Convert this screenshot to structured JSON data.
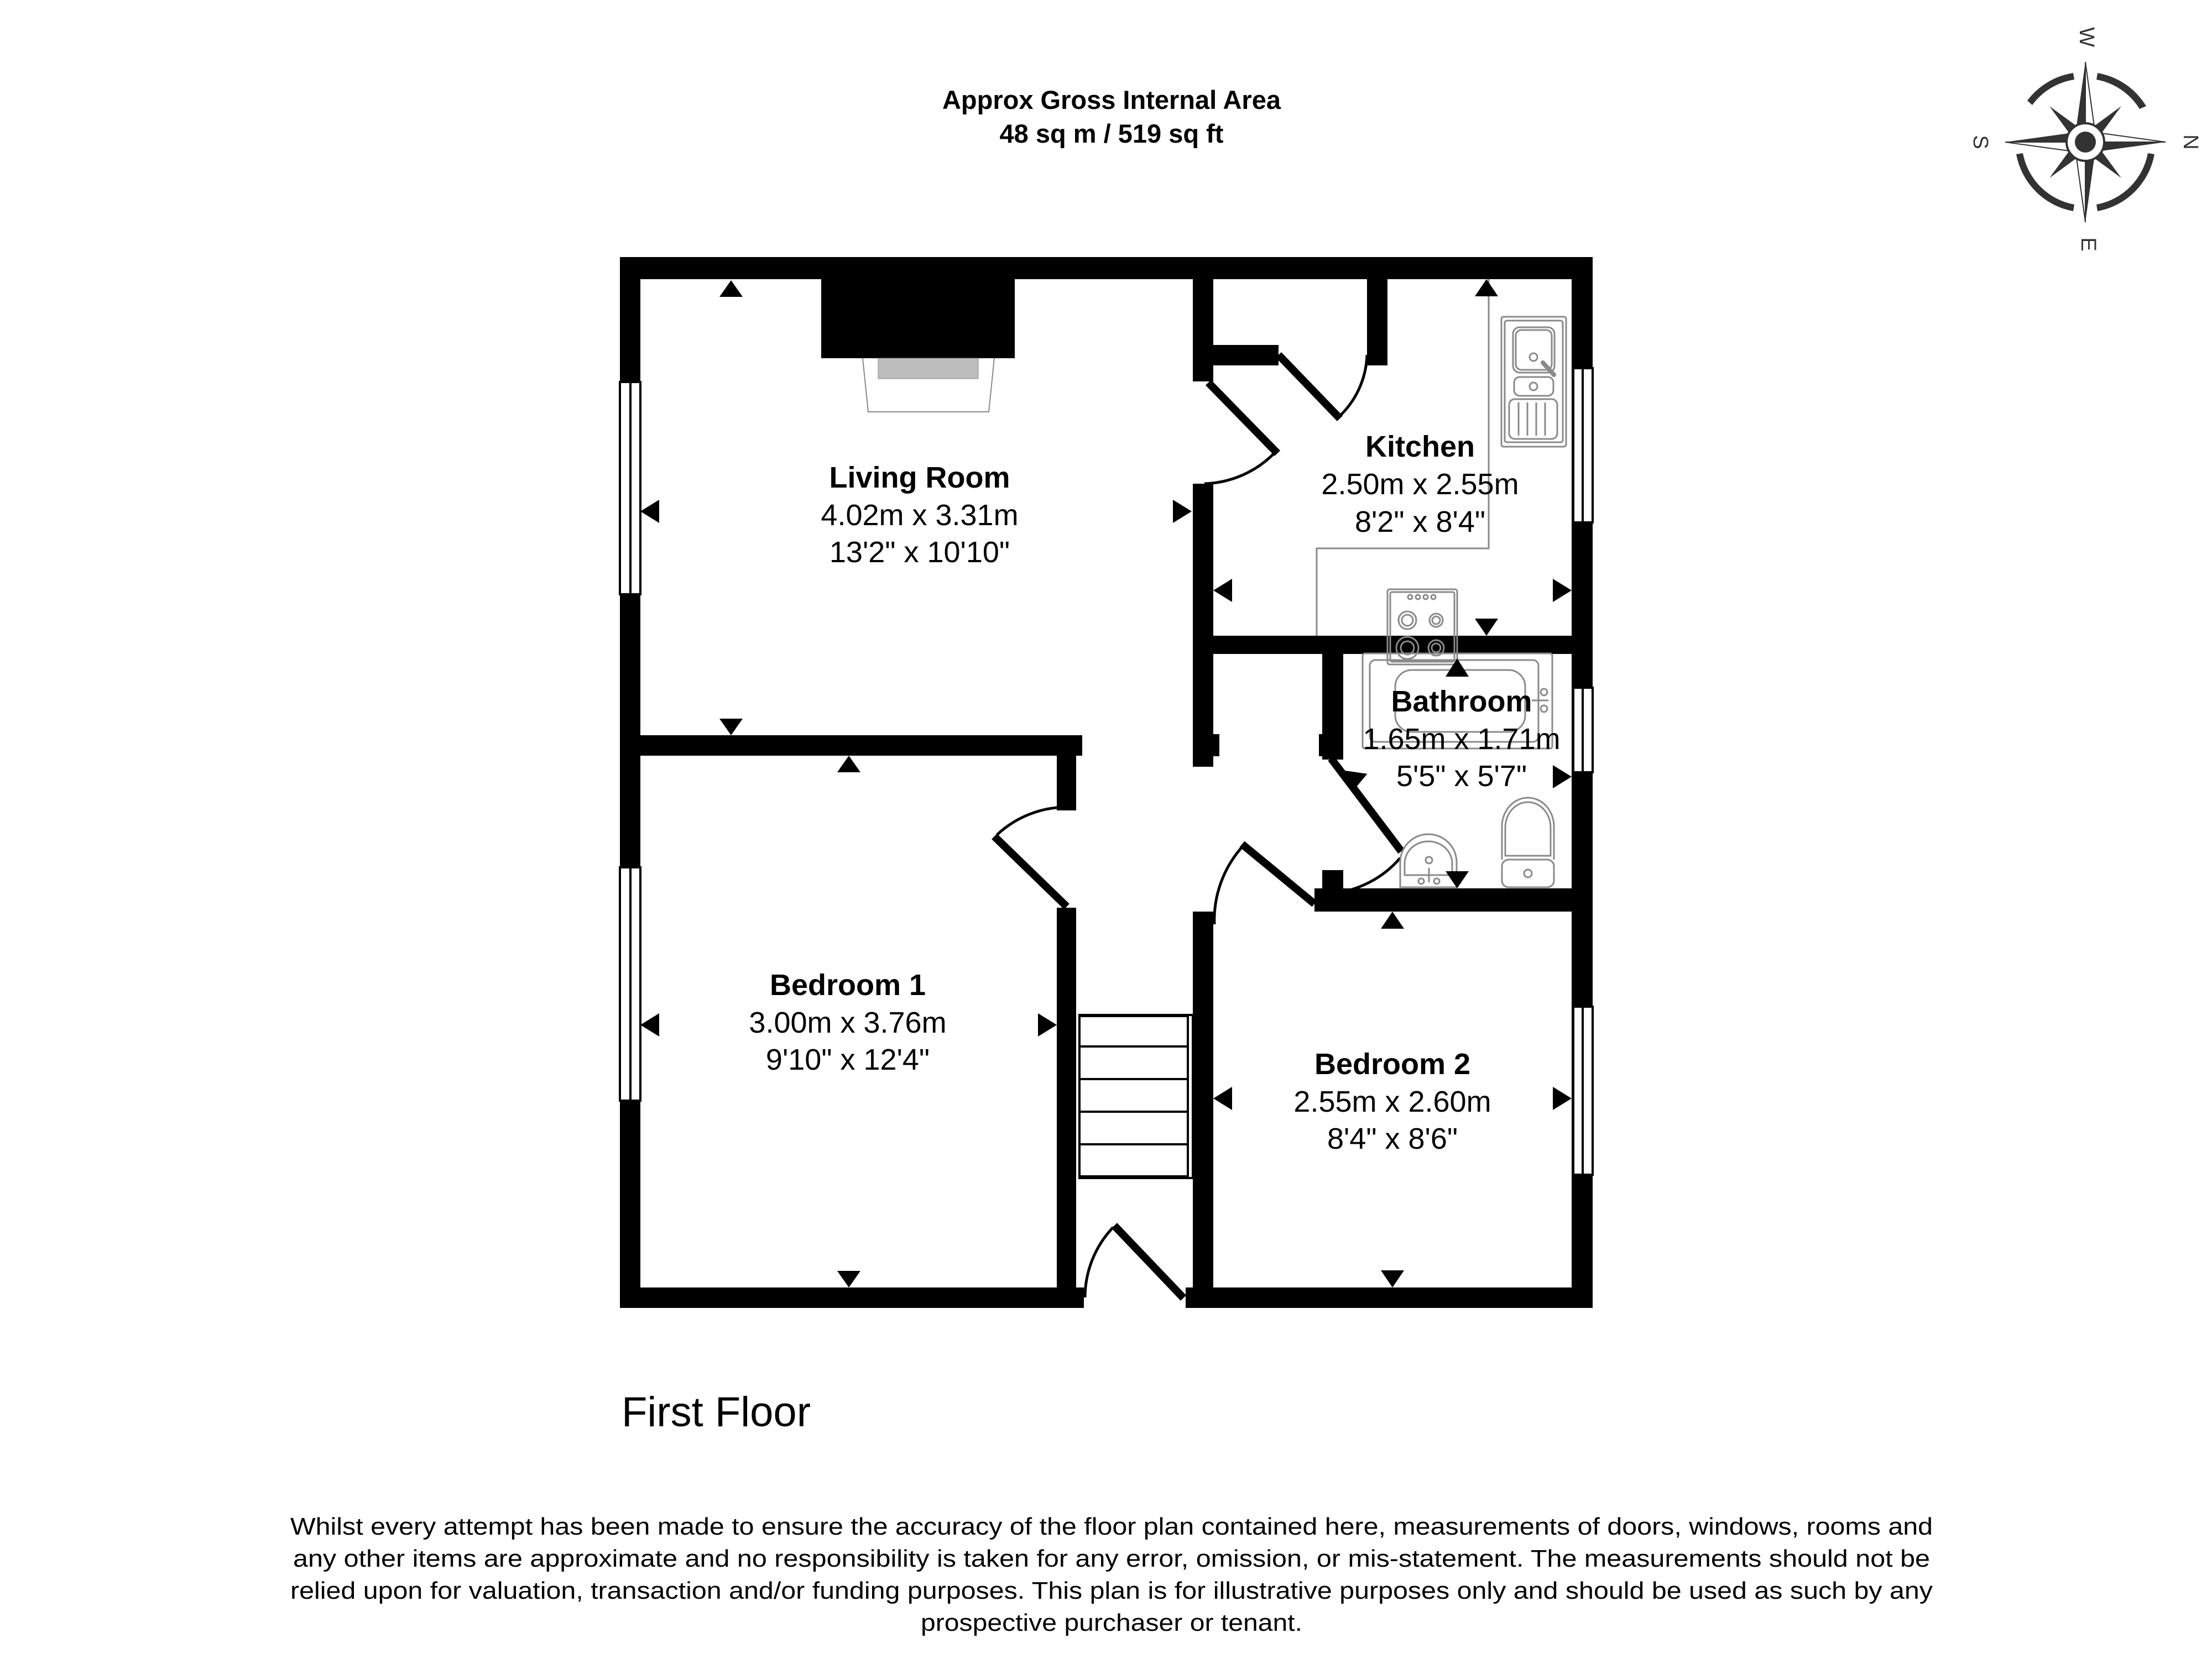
{
  "header": {
    "area_title": "Approx Gross Internal Area",
    "area_value": "48 sq m / 519 sq ft"
  },
  "compass": {
    "icon": "compass-rose-icon",
    "top": "W",
    "right": "N",
    "bottom": "E",
    "left": "S",
    "color": "#333333"
  },
  "rooms": {
    "living_room": {
      "name": "Living Room",
      "metric": "4.02m x 3.31m",
      "imperial": "13'2\" x 10'10\""
    },
    "kitchen": {
      "name": "Kitchen",
      "metric": "2.50m x 2.55m",
      "imperial": "8'2\" x 8'4\""
    },
    "bathroom": {
      "name": "Bathroom",
      "metric": "1.65m x 1.71m",
      "imperial": "5'5\" x 5'7\""
    },
    "bedroom_1": {
      "name": "Bedroom 1",
      "metric": "3.00m x 3.76m",
      "imperial": "9'10\" x 12'4\""
    },
    "bedroom_2": {
      "name": "Bedroom 2",
      "metric": "2.55m x 2.60m",
      "imperial": "8'4\" x 8'6\""
    }
  },
  "floor_label": "First Floor",
  "disclaimer": {
    "lines": [
      "Whilst every attempt has been made to ensure the accuracy of the floor plan contained here, measurements of doors, windows, rooms and",
      "any other items are approximate and no responsibility is taken for any error, omission, or mis-statement. The measurements should not be",
      "relied upon for valuation, transaction and/or funding purposes. This plan is for illustrative purposes only and should be used as such by any",
      "prospective purchaser or tenant."
    ]
  },
  "colors": {
    "wall": "#000000",
    "fixture_stroke": "#8a8a8a",
    "fireplace_hearth": "#bdbdbd",
    "compass": "#333333"
  }
}
